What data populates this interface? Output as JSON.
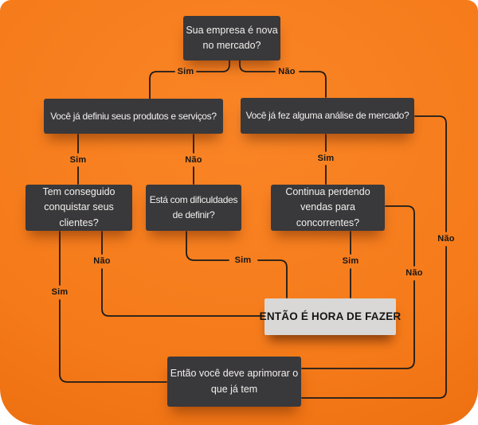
{
  "colors": {
    "page_background": "#ffffff",
    "panel_orange": "#f57a19",
    "node_dark": "#39383b",
    "node_text": "#f3f1ee",
    "highlight_box_background": "#d9d8d6",
    "highlight_box_text": "#151515",
    "connector_line": "#1b1b1b",
    "edge_label_text": "#161616"
  },
  "flowchart": {
    "nodes": [
      {
        "id": "q-empresa-nova",
        "lines": [
          "Sua empresa é nova",
          "no mercado?"
        ]
      },
      {
        "id": "q-definiu",
        "lines": [
          "Você já definiu seus produtos e serviços?"
        ]
      },
      {
        "id": "q-analise",
        "lines": [
          "Você já fez alguma análise de mercado?"
        ]
      },
      {
        "id": "q-clientes",
        "lines": [
          "Tem conseguido",
          "conquistar seus",
          "clientes?"
        ]
      },
      {
        "id": "q-dificuldades",
        "lines": [
          "Está com dificuldades",
          "de definir?"
        ]
      },
      {
        "id": "q-concorrentes",
        "lines": [
          "Continua perdendo",
          "vendas para",
          "concorrentes?"
        ]
      },
      {
        "id": "hora-de-fazer",
        "lines": [
          "ENTÃO É HORA DE FAZER"
        ],
        "highlight": true
      },
      {
        "id": "aprimorar",
        "lines": [
          "Então você deve aprimorar o",
          "que já tem"
        ]
      }
    ],
    "edges": [
      {
        "from": "q-empresa-nova",
        "to": "q-definiu",
        "label": "Sim"
      },
      {
        "from": "q-empresa-nova",
        "to": "q-analise",
        "label": "Não"
      },
      {
        "from": "q-definiu",
        "to": "q-clientes",
        "label": "Sim"
      },
      {
        "from": "q-definiu",
        "to": "q-dificuldades",
        "label": "Não"
      },
      {
        "from": "q-analise",
        "to": "q-concorrentes",
        "label": "Sim"
      },
      {
        "from": "q-analise",
        "to": "aprimorar",
        "label": "Não"
      },
      {
        "from": "q-clientes",
        "to": "aprimorar",
        "label": "Sim"
      },
      {
        "from": "q-clientes",
        "to": "hora-de-fazer",
        "label": "Não"
      },
      {
        "from": "q-dificuldades",
        "to": "hora-de-fazer",
        "label": "Sim"
      },
      {
        "from": "q-concorrentes",
        "to": "hora-de-fazer",
        "label": "Sim"
      },
      {
        "from": "q-concorrentes",
        "to": "aprimorar",
        "label": "Não"
      }
    ]
  }
}
